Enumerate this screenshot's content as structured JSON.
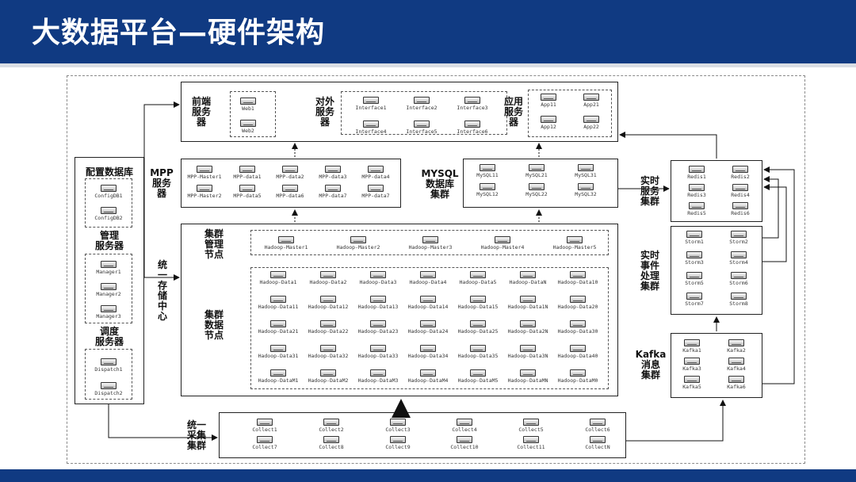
{
  "page": {
    "title": "大数据平台—硬件架构"
  },
  "groups": {
    "frontend": {
      "label": "前端\n服务\n器",
      "nodes": [
        "Web1",
        "Web2"
      ]
    },
    "external": {
      "label": "对外\n服务\n器",
      "nodes": [
        "Interface1",
        "Interface2",
        "Interface3",
        "Interface4",
        "Interface5",
        "Interface6"
      ]
    },
    "app": {
      "label": "应用\n服务\n器",
      "nodes": [
        "App11",
        "App21",
        "App12",
        "App22"
      ]
    },
    "config": {
      "label": "配置数据库",
      "nodes": [
        "ConfigDB1",
        "ConfigDB2"
      ]
    },
    "mgmt": {
      "label": "管理\n服务器",
      "nodes": [
        "Manager1",
        "Manager2",
        "Manager3"
      ]
    },
    "dispatch": {
      "label": "调度\n服务器",
      "nodes": [
        "Dispatch1",
        "Dispatch2"
      ]
    },
    "mpp": {
      "label": "MPP\n服务\n器",
      "nodes": [
        "MPP-Master1",
        "MPP-data1",
        "MPP-data2",
        "MPP-data3",
        "MPP-data4",
        "MPP-Master2",
        "MPP-data5",
        "MPP-data6",
        "MPP-data7",
        "MPP-data7"
      ]
    },
    "mysql": {
      "label": "MYSQL\n数据库\n集群",
      "nodes": [
        "MySQL11",
        "MySQL21",
        "MySQL31",
        "MySQL12",
        "MySQL22",
        "MySQL32"
      ]
    },
    "redis": {
      "label": "实时\n服务\n集群",
      "nodes": [
        "Redis1",
        "Redis2",
        "Redis3",
        "Redis4",
        "Redis5",
        "Redis6"
      ]
    },
    "storm": {
      "label": "实时\n事件\n处理\n集群",
      "nodes": [
        "Storm1",
        "Storm2",
        "Storm3",
        "Storm4",
        "Storm5",
        "Storm6",
        "Storm7",
        "Storm8"
      ]
    },
    "kafka": {
      "label": "Kafka\n消息\n集群",
      "nodes": [
        "Kafka1",
        "Kafka2",
        "Kafka3",
        "Kafka4",
        "Kafka5",
        "Kafka6"
      ]
    },
    "storage": {
      "label": "统\n一\n存\n储\n中\n心"
    },
    "cluster_mgmt": {
      "label": "集群\n管理\n节点",
      "nodes": [
        "Hadoop-Master1",
        "Hadoop-Master2",
        "Hadoop-Master3",
        "Hadoop-Master4",
        "Hadoop-Master5"
      ]
    },
    "cluster_data": {
      "label": "集群\n数据\n节点",
      "nodes": [
        "Hadoop-Data1",
        "Hadoop-Data2",
        "Hadoop-Data3",
        "Hadoop-Data4",
        "Hadoop-Data5",
        "Hadoop-DataN",
        "Hadoop-Data10",
        "Hadoop-Data11",
        "Hadoop-Data12",
        "Hadoop-Data13",
        "Hadoop-Data14",
        "Hadoop-Data15",
        "Hadoop-Data1N",
        "Hadoop-Data20",
        "Hadoop-Data21",
        "Hadoop-Data22",
        "Hadoop-Data23",
        "Hadoop-Data24",
        "Hadoop-Data25",
        "Hadoop-Data2N",
        "Hadoop-Data30",
        "Hadoop-Data31",
        "Hadoop-Data32",
        "Hadoop-Data33",
        "Hadoop-Data34",
        "Hadoop-Data35",
        "Hadoop-Data3N",
        "Hadoop-Data40",
        "Hadoop-DataM1",
        "Hadoop-DataM2",
        "Hadoop-DataM3",
        "Hadoop-DataM4",
        "Hadoop-DataM5",
        "Hadoop-DataMN",
        "Hadoop-DataM0"
      ]
    },
    "collect": {
      "label": "统一\n采集\n集群",
      "nodes": [
        "Collect1",
        "Collect2",
        "Collect3",
        "Collect4",
        "Collect5",
        "Collect6",
        "Collect7",
        "Collect8",
        "Collect9",
        "Collect10",
        "Collect11",
        "CollectN"
      ]
    }
  }
}
